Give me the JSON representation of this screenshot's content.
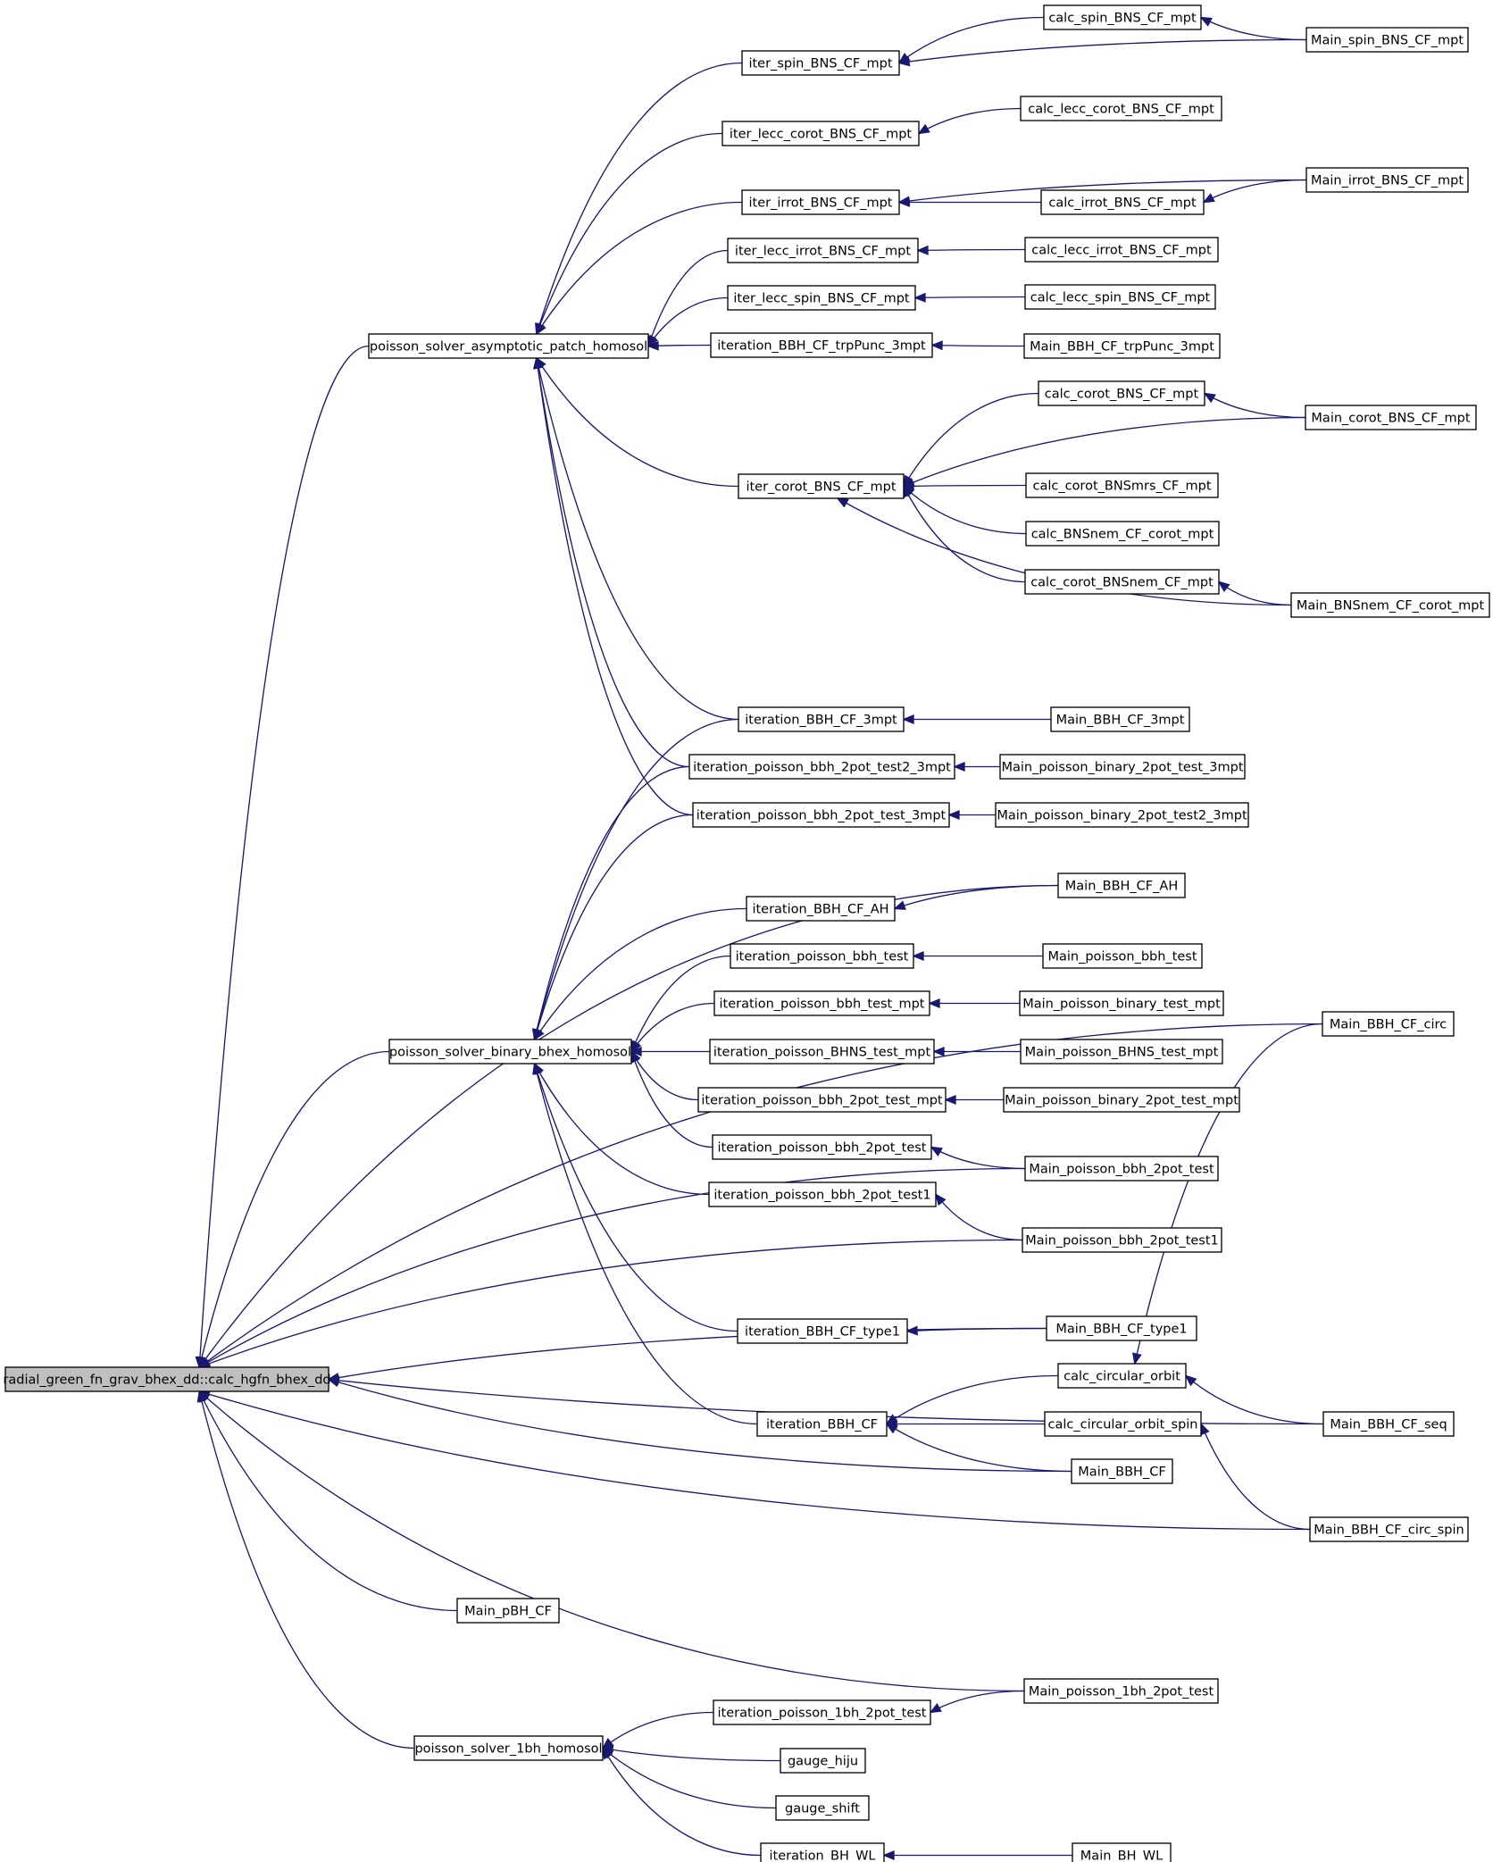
{
  "nodes": [
    {
      "id": "root",
      "label": "radial_green_fn_grav_bhex_dd::calc_hgfn_bhex_dd",
      "root": true
    },
    {
      "id": "psaph",
      "label": "poisson_solver_asymptotic_patch_homosol"
    },
    {
      "id": "psbbh",
      "label": "poisson_solver_binary_bhex_homosol"
    },
    {
      "id": "ps1bh",
      "label": "poisson_solver_1bh_homosol"
    },
    {
      "id": "iter_spin",
      "label": "iter_spin_BNS_CF_mpt"
    },
    {
      "id": "calc_spin",
      "label": "calc_spin_BNS_CF_mpt"
    },
    {
      "id": "main_spin",
      "label": "Main_spin_BNS_CF_mpt"
    },
    {
      "id": "iter_lecc_corot",
      "label": "iter_lecc_corot_BNS_CF_mpt"
    },
    {
      "id": "calc_lecc_corot",
      "label": "calc_lecc_corot_BNS_CF_mpt"
    },
    {
      "id": "iter_irrot",
      "label": "iter_irrot_BNS_CF_mpt"
    },
    {
      "id": "calc_irrot",
      "label": "calc_irrot_BNS_CF_mpt"
    },
    {
      "id": "main_irrot",
      "label": "Main_irrot_BNS_CF_mpt"
    },
    {
      "id": "iter_lecc_irrot",
      "label": "iter_lecc_irrot_BNS_CF_mpt"
    },
    {
      "id": "calc_lecc_irrot",
      "label": "calc_lecc_irrot_BNS_CF_mpt"
    },
    {
      "id": "iter_lecc_spin",
      "label": "iter_lecc_spin_BNS_CF_mpt"
    },
    {
      "id": "calc_lecc_spin",
      "label": "calc_lecc_spin_BNS_CF_mpt"
    },
    {
      "id": "it_trp",
      "label": "iteration_BBH_CF_trpPunc_3mpt"
    },
    {
      "id": "main_trp",
      "label": "Main_BBH_CF_trpPunc_3mpt"
    },
    {
      "id": "calc_corot",
      "label": "calc_corot_BNS_CF_mpt"
    },
    {
      "id": "main_corot",
      "label": "Main_corot_BNS_CF_mpt"
    },
    {
      "id": "iter_corot",
      "label": "iter_corot_BNS_CF_mpt"
    },
    {
      "id": "calc_corot_mrs",
      "label": "calc_corot_BNSmrs_CF_mpt"
    },
    {
      "id": "calc_bnsnem",
      "label": "calc_BNSnem_CF_corot_mpt"
    },
    {
      "id": "calc_corot_nem",
      "label": "calc_corot_BNSnem_CF_mpt"
    },
    {
      "id": "main_bnsnem",
      "label": "Main_BNSnem_CF_corot_mpt"
    },
    {
      "id": "it_3mpt",
      "label": "iteration_BBH_CF_3mpt"
    },
    {
      "id": "main_3mpt",
      "label": "Main_BBH_CF_3mpt"
    },
    {
      "id": "it_t2",
      "label": "iteration_poisson_bbh_2pot_test2_3mpt"
    },
    {
      "id": "main_t3",
      "label": "Main_poisson_binary_2pot_test_3mpt"
    },
    {
      "id": "it_t3",
      "label": "iteration_poisson_bbh_2pot_test_3mpt"
    },
    {
      "id": "main_t23",
      "label": "Main_poisson_binary_2pot_test2_3mpt"
    },
    {
      "id": "it_ah",
      "label": "iteration_BBH_CF_AH"
    },
    {
      "id": "main_ah",
      "label": "Main_BBH_CF_AH"
    },
    {
      "id": "it_pbt",
      "label": "iteration_poisson_bbh_test"
    },
    {
      "id": "main_pbt",
      "label": "Main_poisson_bbh_test"
    },
    {
      "id": "it_pbtm",
      "label": "iteration_poisson_bbh_test_mpt"
    },
    {
      "id": "main_pbtm",
      "label": "Main_poisson_binary_test_mpt"
    },
    {
      "id": "it_bhns",
      "label": "iteration_poisson_BHNS_test_mpt"
    },
    {
      "id": "main_bhns",
      "label": "Main_poisson_BHNS_test_mpt"
    },
    {
      "id": "it_2ptm",
      "label": "iteration_poisson_bbh_2pot_test_mpt"
    },
    {
      "id": "main_2ptm",
      "label": "Main_poisson_binary_2pot_test_mpt"
    },
    {
      "id": "it_2pt",
      "label": "iteration_poisson_bbh_2pot_test"
    },
    {
      "id": "main_2pt",
      "label": "Main_poisson_bbh_2pot_test"
    },
    {
      "id": "it_2pt1",
      "label": "iteration_poisson_bbh_2pot_test1"
    },
    {
      "id": "main_2pt1",
      "label": "Main_poisson_bbh_2pot_test1"
    },
    {
      "id": "it_type1",
      "label": "iteration_BBH_CF_type1"
    },
    {
      "id": "main_type1",
      "label": "Main_BBH_CF_type1"
    },
    {
      "id": "main_circ",
      "label": "Main_BBH_CF_circ"
    },
    {
      "id": "calc_co",
      "label": "calc_circular_orbit"
    },
    {
      "id": "it_bbh",
      "label": "iteration_BBH_CF"
    },
    {
      "id": "calc_cos",
      "label": "calc_circular_orbit_spin"
    },
    {
      "id": "main_seq",
      "label": "Main_BBH_CF_seq"
    },
    {
      "id": "main_bbh",
      "label": "Main_BBH_CF"
    },
    {
      "id": "main_circ_spin",
      "label": "Main_BBH_CF_circ_spin"
    },
    {
      "id": "main_pbh",
      "label": "Main_pBH_CF"
    },
    {
      "id": "main_1bh",
      "label": "Main_poisson_1bh_2pot_test"
    },
    {
      "id": "it_1bh",
      "label": "iteration_poisson_1bh_2pot_test"
    },
    {
      "id": "gauge_hiju",
      "label": "gauge_hiju"
    },
    {
      "id": "gauge_shift",
      "label": "gauge_shift"
    },
    {
      "id": "it_wl",
      "label": "iteration_BH_WL"
    },
    {
      "id": "main_wl",
      "label": "Main_BH_WL"
    }
  ],
  "edges": [
    [
      "iter_spin",
      "calc_spin"
    ],
    [
      "iter_spin",
      "main_spin"
    ],
    [
      "calc_spin",
      "main_spin"
    ],
    [
      "iter_lecc_corot",
      "calc_lecc_corot"
    ],
    [
      "iter_irrot",
      "main_irrot"
    ],
    [
      "iter_irrot",
      "calc_irrot"
    ],
    [
      "calc_irrot",
      "main_irrot"
    ],
    [
      "iter_lecc_irrot",
      "calc_lecc_irrot"
    ],
    [
      "iter_lecc_spin",
      "calc_lecc_spin"
    ],
    [
      "it_trp",
      "main_trp"
    ],
    [
      "calc_corot",
      "main_corot"
    ],
    [
      "iter_corot",
      "calc_corot"
    ],
    [
      "iter_corot",
      "main_corot"
    ],
    [
      "iter_corot",
      "calc_corot_mrs"
    ],
    [
      "iter_corot",
      "calc_bnsnem"
    ],
    [
      "iter_corot",
      "calc_corot_nem"
    ],
    [
      "iter_corot",
      "main_bnsnem"
    ],
    [
      "calc_corot_nem",
      "main_bnsnem"
    ],
    [
      "psaph",
      "iter_spin"
    ],
    [
      "psaph",
      "iter_lecc_corot"
    ],
    [
      "psaph",
      "iter_irrot"
    ],
    [
      "psaph",
      "iter_lecc_irrot"
    ],
    [
      "psaph",
      "iter_lecc_spin"
    ],
    [
      "psaph",
      "it_trp"
    ],
    [
      "psaph",
      "iter_corot"
    ],
    [
      "psaph",
      "it_3mpt"
    ],
    [
      "psaph",
      "it_t2"
    ],
    [
      "psaph",
      "it_t3"
    ],
    [
      "it_3mpt",
      "main_3mpt"
    ],
    [
      "it_t2",
      "main_t3"
    ],
    [
      "it_t3",
      "main_t23"
    ],
    [
      "it_ah",
      "main_ah"
    ],
    [
      "it_pbt",
      "main_pbt"
    ],
    [
      "it_pbtm",
      "main_pbtm"
    ],
    [
      "it_bhns",
      "main_bhns"
    ],
    [
      "it_2ptm",
      "main_2ptm"
    ],
    [
      "it_2pt",
      "main_2pt"
    ],
    [
      "it_2pt1",
      "main_2pt1"
    ],
    [
      "it_type1",
      "main_type1"
    ],
    [
      "psbbh",
      "it_3mpt"
    ],
    [
      "psbbh",
      "it_t2"
    ],
    [
      "psbbh",
      "it_t3"
    ],
    [
      "psbbh",
      "it_ah"
    ],
    [
      "psbbh",
      "it_pbt"
    ],
    [
      "psbbh",
      "it_pbtm"
    ],
    [
      "psbbh",
      "it_bhns"
    ],
    [
      "psbbh",
      "it_2ptm"
    ],
    [
      "psbbh",
      "it_2pt"
    ],
    [
      "psbbh",
      "it_2pt1"
    ],
    [
      "psbbh",
      "it_type1"
    ],
    [
      "psbbh",
      "it_bbh"
    ],
    [
      "calc_co",
      "main_circ"
    ],
    [
      "calc_co",
      "main_seq"
    ],
    [
      "it_bbh",
      "calc_co"
    ],
    [
      "it_bbh",
      "calc_cos"
    ],
    [
      "it_bbh",
      "main_bbh"
    ],
    [
      "calc_cos",
      "main_circ_spin"
    ],
    [
      "root",
      "psaph"
    ],
    [
      "root",
      "main_circ"
    ],
    [
      "root",
      "main_ah"
    ],
    [
      "root",
      "psbbh"
    ],
    [
      "root",
      "main_2pt"
    ],
    [
      "root",
      "main_2pt1"
    ],
    [
      "root",
      "main_type1"
    ],
    [
      "root",
      "main_bbh"
    ],
    [
      "root",
      "main_seq"
    ],
    [
      "root",
      "main_circ_spin"
    ],
    [
      "root",
      "main_pbh"
    ],
    [
      "root",
      "main_1bh"
    ],
    [
      "root",
      "ps1bh"
    ],
    [
      "it_1bh",
      "main_1bh"
    ],
    [
      "ps1bh",
      "it_1bh"
    ],
    [
      "ps1bh",
      "gauge_hiju"
    ],
    [
      "ps1bh",
      "gauge_shift"
    ],
    [
      "ps1bh",
      "it_wl"
    ],
    [
      "it_wl",
      "main_wl"
    ]
  ]
}
